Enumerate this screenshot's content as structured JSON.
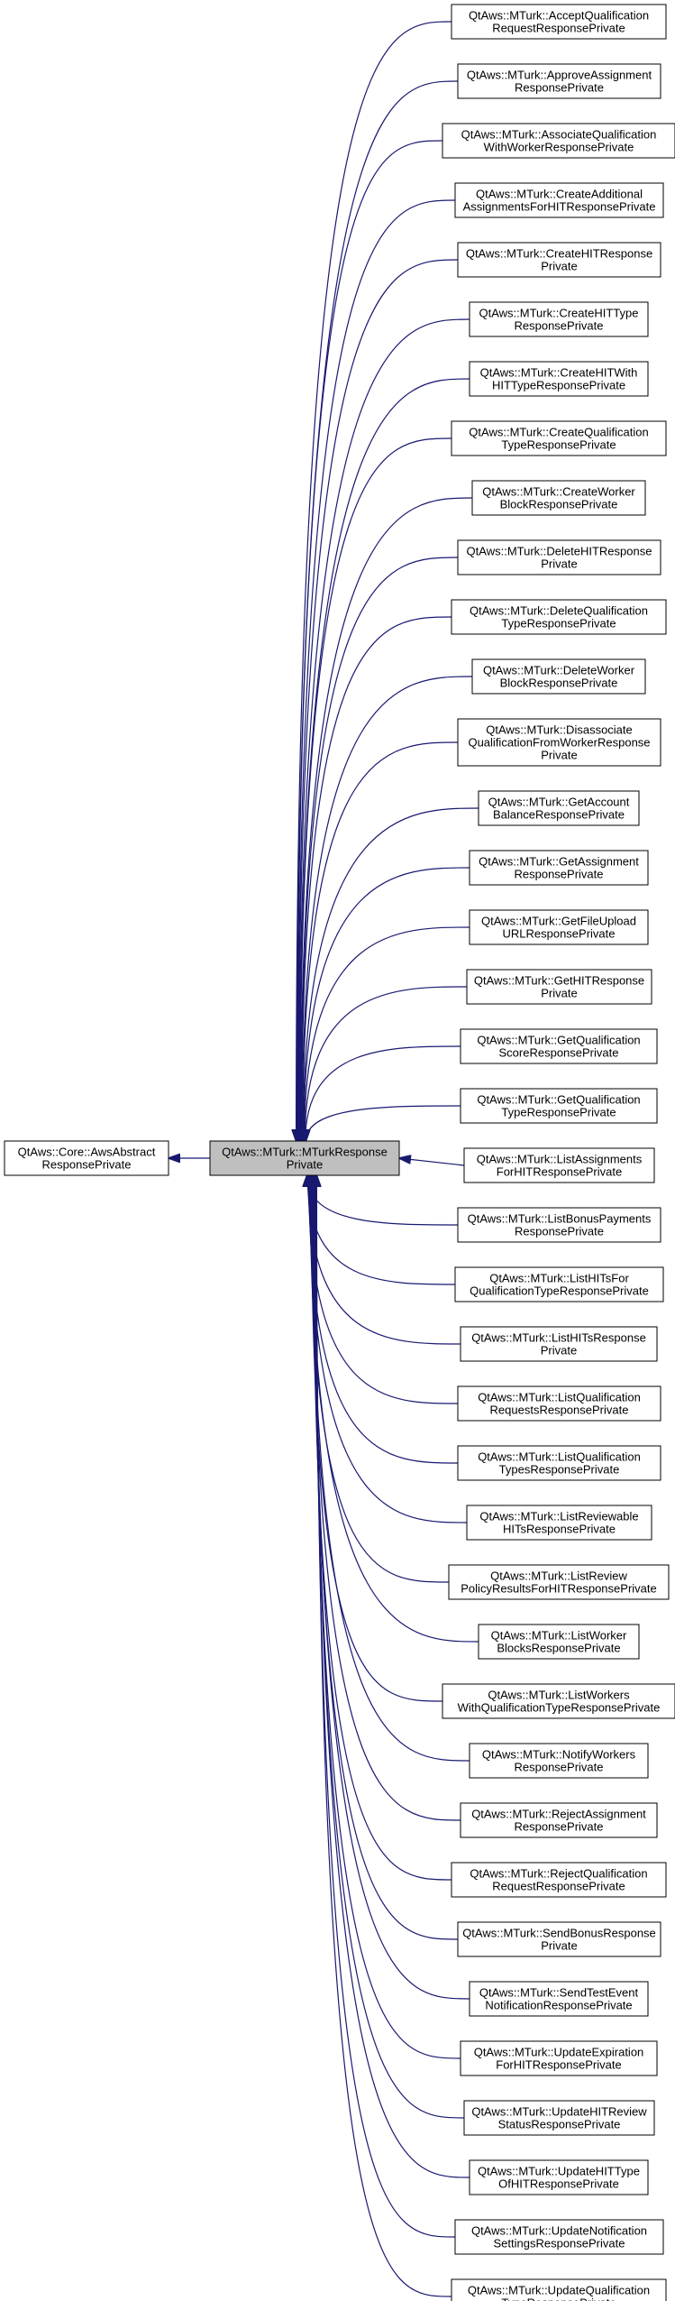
{
  "colors": {
    "edge": "#191970",
    "node_border": "#000000",
    "node_fill": "#ffffff",
    "highlight_fill": "#bfbfbf",
    "text": "#000000"
  },
  "base_class": {
    "lines": [
      "QtAws::Core::AwsAbstract",
      "ResponsePrivate"
    ]
  },
  "main_class": {
    "lines": [
      "QtAws::MTurk::MTurkResponse",
      "Private"
    ]
  },
  "derived_classes": [
    {
      "lines": [
        "QtAws::MTurk::AcceptQualification",
        "RequestResponsePrivate"
      ]
    },
    {
      "lines": [
        "QtAws::MTurk::ApproveAssignment",
        "ResponsePrivate"
      ]
    },
    {
      "lines": [
        "QtAws::MTurk::AssociateQualification",
        "WithWorkerResponsePrivate"
      ]
    },
    {
      "lines": [
        "QtAws::MTurk::CreateAdditional",
        "AssignmentsForHITResponsePrivate"
      ]
    },
    {
      "lines": [
        "QtAws::MTurk::CreateHITResponse",
        "Private"
      ]
    },
    {
      "lines": [
        "QtAws::MTurk::CreateHITType",
        "ResponsePrivate"
      ]
    },
    {
      "lines": [
        "QtAws::MTurk::CreateHITWith",
        "HITTypeResponsePrivate"
      ]
    },
    {
      "lines": [
        "QtAws::MTurk::CreateQualification",
        "TypeResponsePrivate"
      ]
    },
    {
      "lines": [
        "QtAws::MTurk::CreateWorker",
        "BlockResponsePrivate"
      ]
    },
    {
      "lines": [
        "QtAws::MTurk::DeleteHITResponse",
        "Private"
      ]
    },
    {
      "lines": [
        "QtAws::MTurk::DeleteQualification",
        "TypeResponsePrivate"
      ]
    },
    {
      "lines": [
        "QtAws::MTurk::DeleteWorker",
        "BlockResponsePrivate"
      ]
    },
    {
      "lines": [
        "QtAws::MTurk::Disassociate",
        "QualificationFromWorkerResponse",
        "Private"
      ]
    },
    {
      "lines": [
        "QtAws::MTurk::GetAccount",
        "BalanceResponsePrivate"
      ]
    },
    {
      "lines": [
        "QtAws::MTurk::GetAssignment",
        "ResponsePrivate"
      ]
    },
    {
      "lines": [
        "QtAws::MTurk::GetFileUpload",
        "URLResponsePrivate"
      ]
    },
    {
      "lines": [
        "QtAws::MTurk::GetHITResponse",
        "Private"
      ]
    },
    {
      "lines": [
        "QtAws::MTurk::GetQualification",
        "ScoreResponsePrivate"
      ]
    },
    {
      "lines": [
        "QtAws::MTurk::GetQualification",
        "TypeResponsePrivate"
      ]
    },
    {
      "lines": [
        "QtAws::MTurk::ListAssignments",
        "ForHITResponsePrivate"
      ]
    },
    {
      "lines": [
        "QtAws::MTurk::ListBonusPayments",
        "ResponsePrivate"
      ]
    },
    {
      "lines": [
        "QtAws::MTurk::ListHITsFor",
        "QualificationTypeResponsePrivate"
      ]
    },
    {
      "lines": [
        "QtAws::MTurk::ListHITsResponse",
        "Private"
      ]
    },
    {
      "lines": [
        "QtAws::MTurk::ListQualification",
        "RequestsResponsePrivate"
      ]
    },
    {
      "lines": [
        "QtAws::MTurk::ListQualification",
        "TypesResponsePrivate"
      ]
    },
    {
      "lines": [
        "QtAws::MTurk::ListReviewable",
        "HITsResponsePrivate"
      ]
    },
    {
      "lines": [
        "QtAws::MTurk::ListReview",
        "PolicyResultsForHITResponsePrivate"
      ]
    },
    {
      "lines": [
        "QtAws::MTurk::ListWorker",
        "BlocksResponsePrivate"
      ]
    },
    {
      "lines": [
        "QtAws::MTurk::ListWorkers",
        "WithQualificationTypeResponsePrivate"
      ]
    },
    {
      "lines": [
        "QtAws::MTurk::NotifyWorkers",
        "ResponsePrivate"
      ]
    },
    {
      "lines": [
        "QtAws::MTurk::RejectAssignment",
        "ResponsePrivate"
      ]
    },
    {
      "lines": [
        "QtAws::MTurk::RejectQualification",
        "RequestResponsePrivate"
      ]
    },
    {
      "lines": [
        "QtAws::MTurk::SendBonusResponse",
        "Private"
      ]
    },
    {
      "lines": [
        "QtAws::MTurk::SendTestEvent",
        "NotificationResponsePrivate"
      ]
    },
    {
      "lines": [
        "QtAws::MTurk::UpdateExpiration",
        "ForHITResponsePrivate"
      ]
    },
    {
      "lines": [
        "QtAws::MTurk::UpdateHITReview",
        "StatusResponsePrivate"
      ]
    },
    {
      "lines": [
        "QtAws::MTurk::UpdateHITType",
        "OfHITResponsePrivate"
      ]
    },
    {
      "lines": [
        "QtAws::MTurk::UpdateNotification",
        "SettingsResponsePrivate"
      ]
    },
    {
      "lines": [
        "QtAws::MTurk::UpdateQualification",
        "TypeResponsePrivate"
      ]
    }
  ]
}
